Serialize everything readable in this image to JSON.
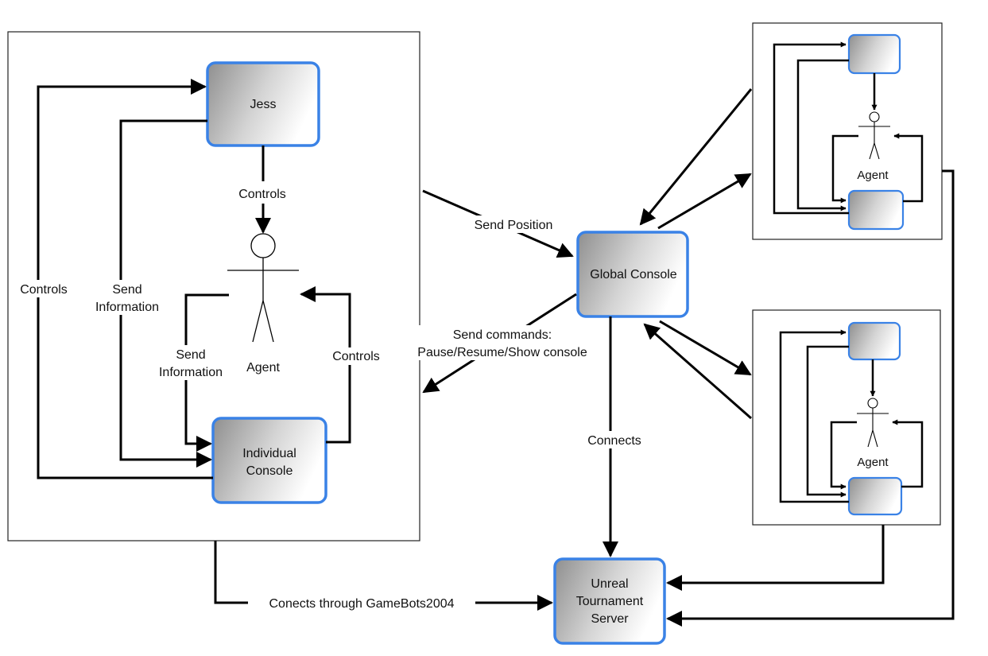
{
  "nodes": {
    "jess": "Jess",
    "individual_console": [
      "Individual",
      "Console"
    ],
    "global_console": "Global Console",
    "unreal_server": [
      "Unreal",
      "Tournament",
      "Server"
    ]
  },
  "agents": {
    "main": "Agent",
    "top_right": "Agent",
    "bottom_right": "Agent"
  },
  "edges": {
    "jess_to_agent": "Controls",
    "outer_controls": "Controls",
    "send_info_outer": [
      "Send",
      "Information"
    ],
    "send_info_inner": [
      "Send",
      "Information"
    ],
    "agent_controls_right": "Controls",
    "send_position": "Send Position",
    "send_commands": [
      "Send commands:",
      "Pause/Resume/Show console"
    ],
    "connects": "Connects",
    "conects_through": "Conects through GameBots2004"
  },
  "colors": {
    "node_border": "#3a82e6",
    "node_gradient_dark": "#8a8a8a",
    "node_gradient_light": "#ffffff",
    "line": "#000000"
  }
}
